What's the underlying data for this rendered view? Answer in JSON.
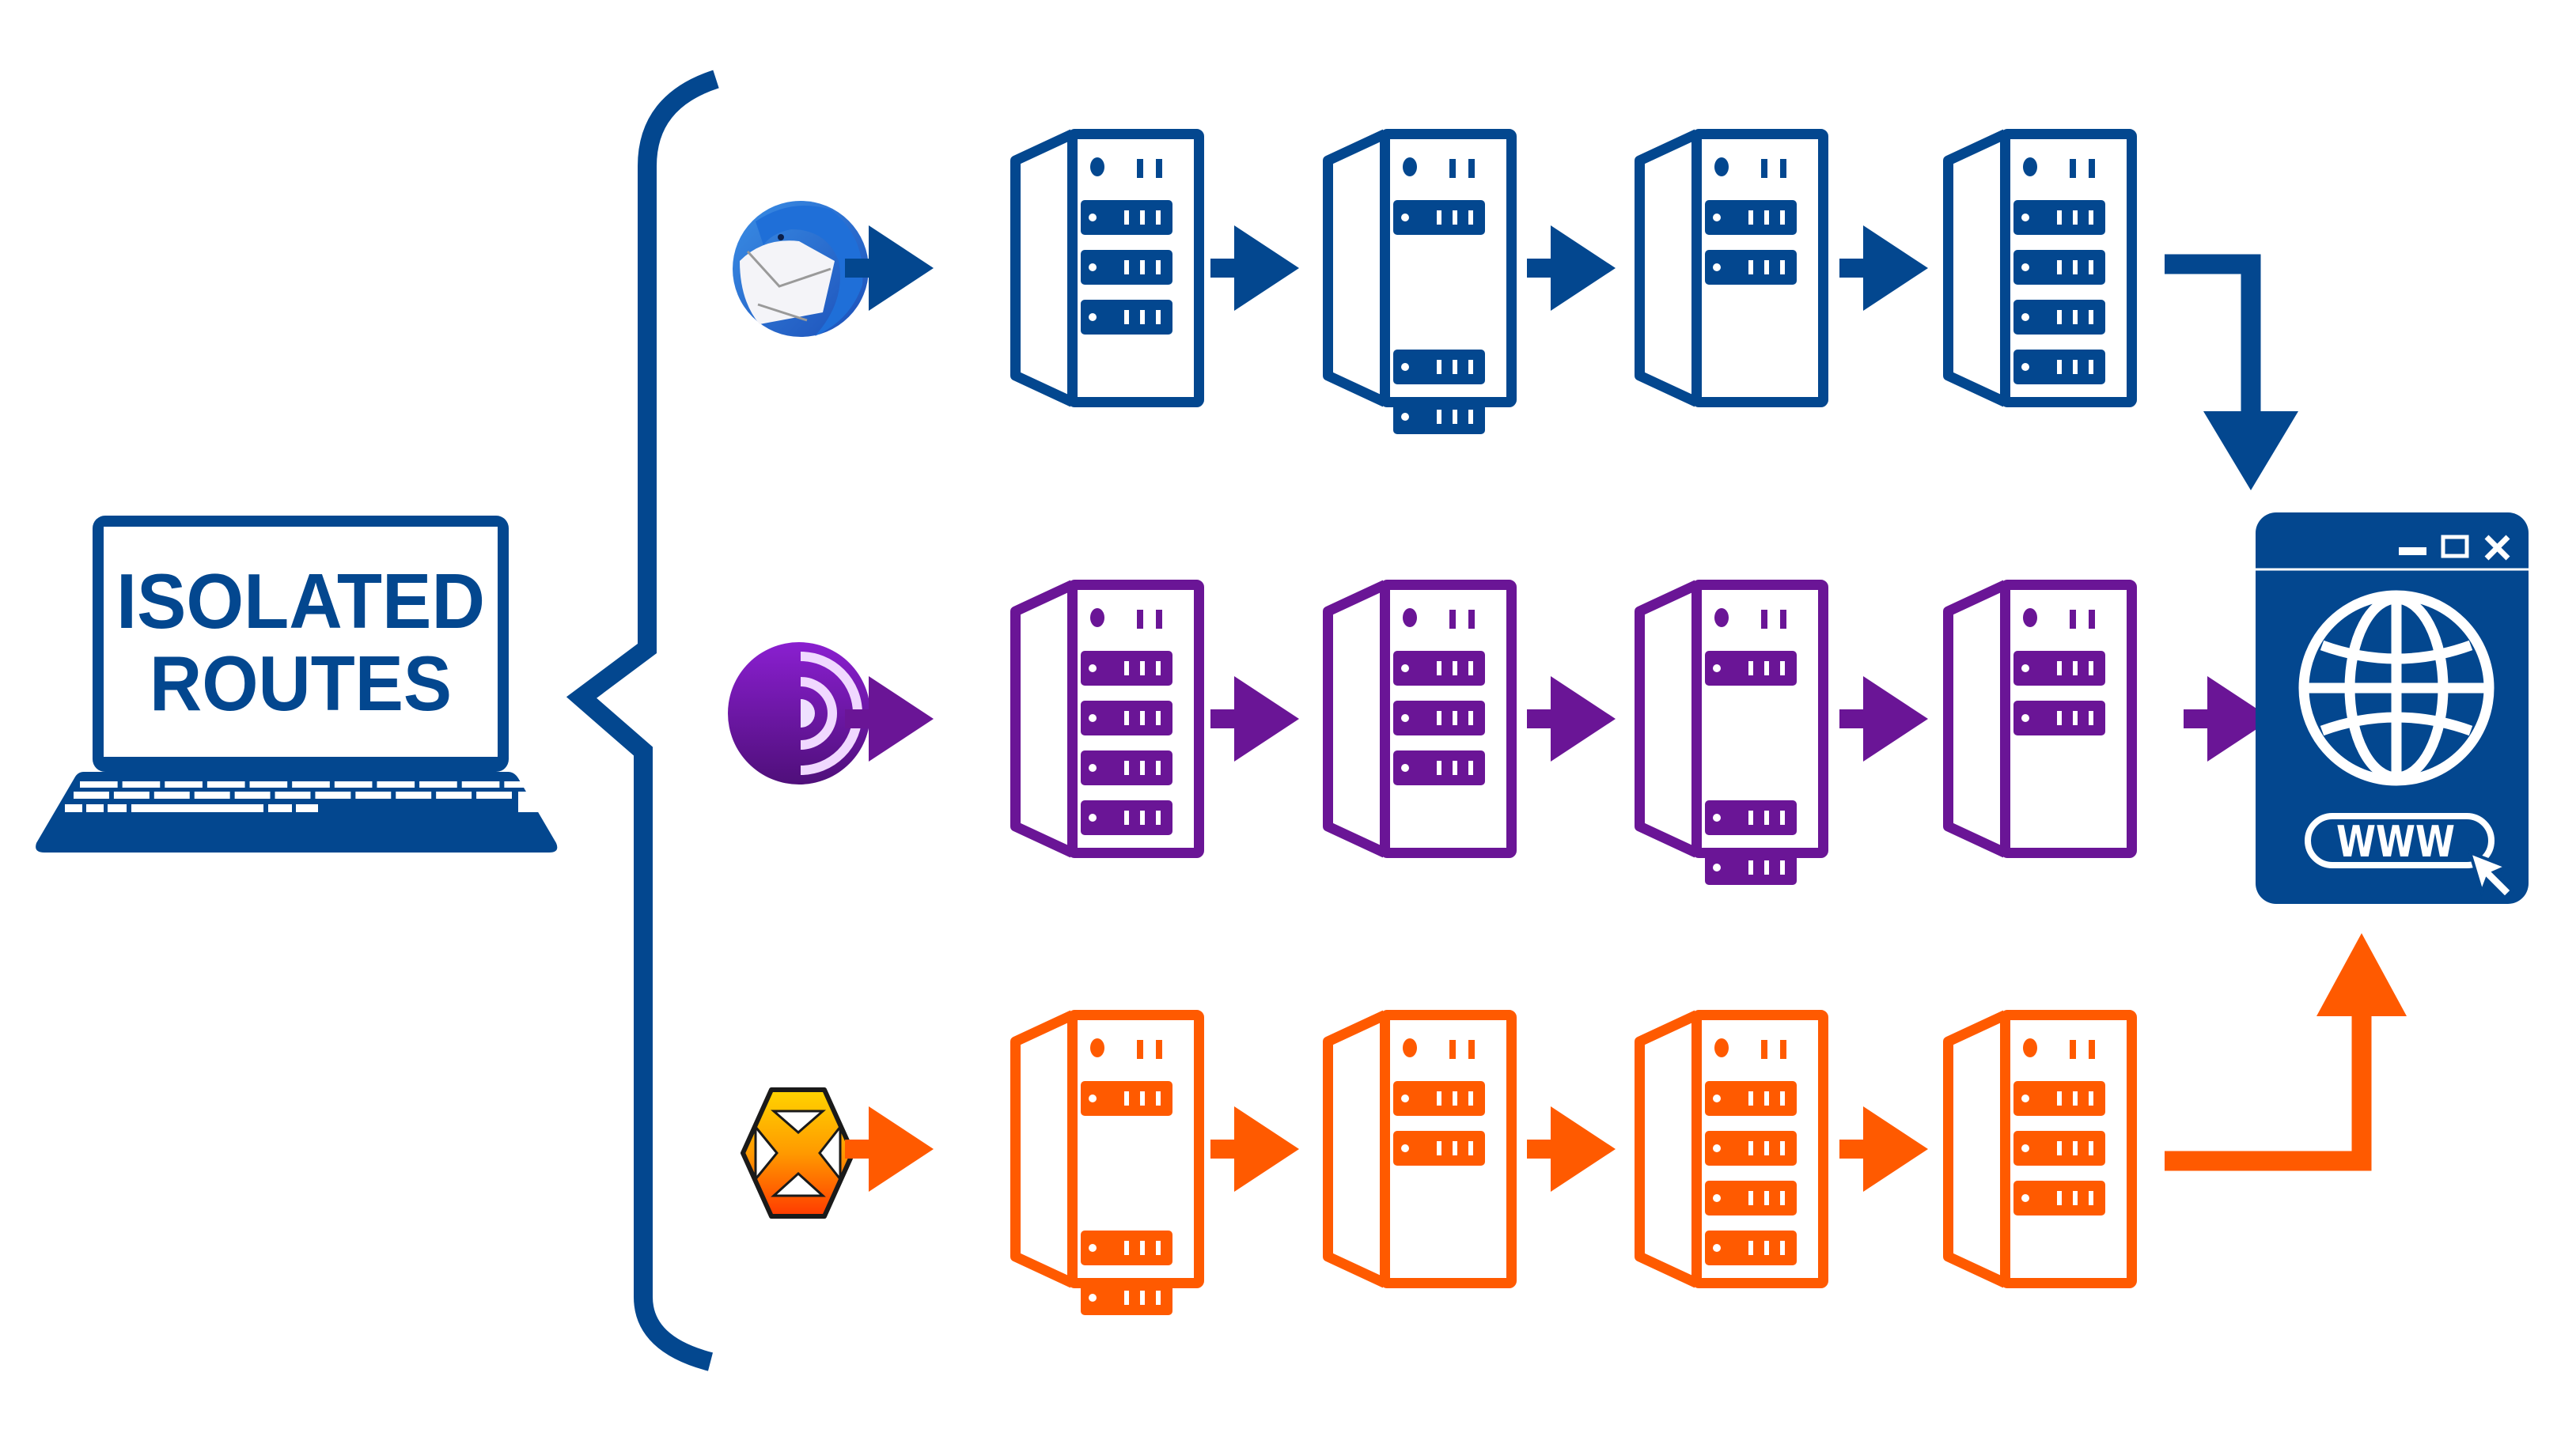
{
  "title_lines": [
    "ISOLATED",
    "ROUTES"
  ],
  "colors": {
    "blue": "#03478f",
    "purple": "#6a1596",
    "orange": "#ff5a00"
  },
  "laptop": {
    "icon": "laptop-icon",
    "label": "ISOLATED ROUTES"
  },
  "destination": {
    "icon": "browser-window-icon",
    "address_label": "WWW",
    "window_controls": [
      "minimize",
      "maximize",
      "close"
    ],
    "content_icon": "globe-icon",
    "pointer_icon": "cursor-arrow-icon"
  },
  "routes": [
    {
      "name": "thunderbird",
      "app_icon": "thunderbird-icon",
      "color_key": "blue",
      "servers": [
        {
          "drive_slots": [
            1,
            2,
            3
          ]
        },
        {
          "drive_slots": [
            1,
            4,
            5
          ]
        },
        {
          "drive_slots": [
            1,
            2
          ]
        },
        {
          "drive_slots": [
            1,
            2,
            3,
            4
          ]
        }
      ],
      "exit": "down"
    },
    {
      "name": "tor-browser",
      "app_icon": "tor-browser-icon",
      "color_key": "purple",
      "servers": [
        {
          "drive_slots": [
            1,
            2,
            3,
            4
          ]
        },
        {
          "drive_slots": [
            1,
            2,
            3
          ]
        },
        {
          "drive_slots": [
            1,
            4,
            5
          ]
        },
        {
          "drive_slots": [
            1,
            2
          ]
        }
      ],
      "exit": "straight"
    },
    {
      "name": "hexchat",
      "app_icon": "hexchat-icon",
      "color_key": "orange",
      "servers": [
        {
          "drive_slots": [
            1,
            4,
            5
          ]
        },
        {
          "drive_slots": [
            1,
            2
          ]
        },
        {
          "drive_slots": [
            1,
            2,
            3,
            4
          ]
        },
        {
          "drive_slots": [
            1,
            2,
            3
          ]
        }
      ],
      "exit": "up"
    }
  ]
}
